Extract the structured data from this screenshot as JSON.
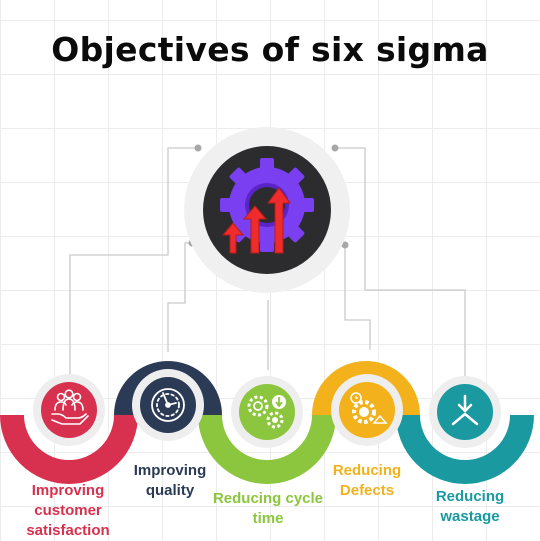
{
  "title": "Objectives of six sigma",
  "objectives": [
    {
      "label": "Improving customer satisfaction",
      "icon": "people-in-hand-icon",
      "color": "#d8314f"
    },
    {
      "label": "Improving quality",
      "icon": "gauge-icon",
      "color": "#2b3a55"
    },
    {
      "label": "Reducing cycle time",
      "icon": "gears-arrow-icon",
      "color": "#8cc63e"
    },
    {
      "label": "Reducing Defects",
      "icon": "gear-clock-icon",
      "color": "#f3b21c"
    },
    {
      "label": "Reducing wastage",
      "icon": "arrow-down-split-icon",
      "color": "#1a9aa0"
    }
  ],
  "center_icon": "gear-growth-arrows-icon",
  "colors": {
    "center_bg": "#2c2c2e",
    "gear": "#7b3ff2",
    "arrows": "#ef2b2b"
  }
}
